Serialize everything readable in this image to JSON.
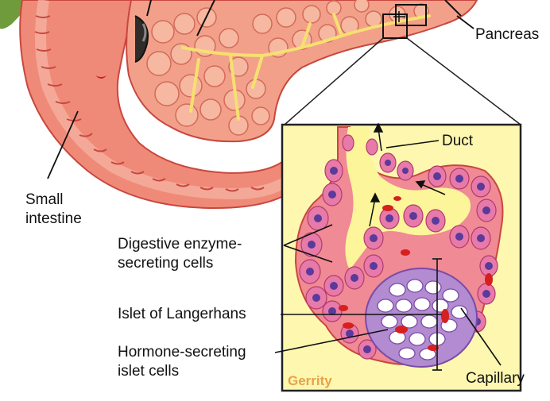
{
  "labels": {
    "pancreas": "Pancreas",
    "small_intestine_line1": "Small",
    "small_intestine_line2": "intestine",
    "duct": "Duct",
    "digestive_line1": "Digestive enzyme-",
    "digestive_line2": "secreting cells",
    "islet": "Islet of Langerhans",
    "hormone_line1": "Hormone-secreting",
    "hormone_line2": "islet cells",
    "capillary": "Capillary"
  },
  "credit": "Gerrity",
  "colors": {
    "tissue": "#f08a78",
    "tissue_dark": "#d9584a",
    "lumen": "#fdf59a",
    "inset_bg": "#fdf7b0",
    "acinar_cell": "#e86fa0",
    "nucleus": "#6a3f9a",
    "islet_cell": "#ffffff",
    "islet_outline": "#8a57b8",
    "blood": "#d62020"
  }
}
